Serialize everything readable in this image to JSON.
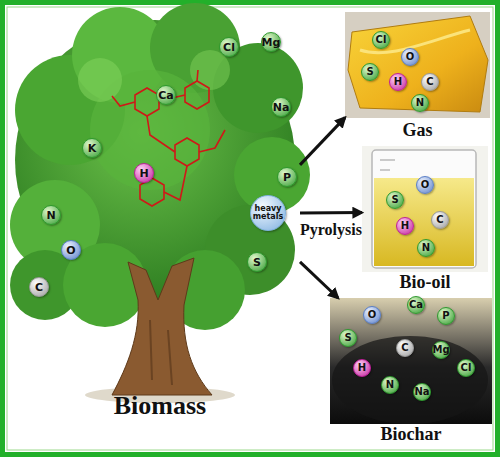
{
  "diagram": {
    "nodes": [
      {
        "text": [
          "Biomass"
        ]
      },
      {
        "text": [
          "Cl"
        ],
        "in": 0
      },
      {
        "text": [
          "Mg"
        ],
        "in": 0
      },
      {
        "text": [
          "Ca"
        ],
        "in": 0
      },
      {
        "text": [
          "Na"
        ],
        "in": 0
      },
      {
        "text": [
          "K"
        ],
        "in": 0
      },
      {
        "text": [
          "H"
        ],
        "in": 0
      },
      {
        "text": [
          "P"
        ],
        "in": 0
      },
      {
        "text": [
          "heavy metals"
        ],
        "in": 0
      },
      {
        "text": [
          "N"
        ],
        "in": 0
      },
      {
        "text": [
          "O"
        ],
        "in": 0
      },
      {
        "text": [
          "S"
        ],
        "in": 0
      },
      {
        "text": [
          "C"
        ],
        "in": 0
      },
      {
        "text": [
          "Gas"
        ]
      },
      {
        "text": [
          "Cl"
        ],
        "in": 13
      },
      {
        "text": [
          "S"
        ],
        "in": 13
      },
      {
        "text": [
          "O"
        ],
        "in": 13
      },
      {
        "text": [
          "H"
        ],
        "in": 13
      },
      {
        "text": [
          "C"
        ],
        "in": 13
      },
      {
        "text": [
          "N"
        ],
        "in": 13
      },
      {
        "text": [
          "Bio-oil"
        ]
      },
      {
        "text": [
          "S"
        ],
        "in": 20
      },
      {
        "text": [
          "O"
        ],
        "in": 20
      },
      {
        "text": [
          "H"
        ],
        "in": 20
      },
      {
        "text": [
          "C"
        ],
        "in": 20
      },
      {
        "text": [
          "N"
        ],
        "in": 20
      },
      {
        "text": [
          "Biochar"
        ]
      },
      {
        "text": [
          "S"
        ],
        "in": 26
      },
      {
        "text": [
          "O"
        ],
        "in": 26
      },
      {
        "text": [
          "Ca"
        ],
        "in": 26
      },
      {
        "text": [
          "P"
        ],
        "in": 26
      },
      {
        "text": [
          "H"
        ],
        "in": 26
      },
      {
        "text": [
          "C"
        ],
        "in": 26
      },
      {
        "text": [
          "Mg"
        ],
        "in": 26
      },
      {
        "text": [
          "Cl"
        ],
        "in": 26
      },
      {
        "text": [
          "N"
        ],
        "in": 26
      },
      {
        "text": [
          "Na"
        ],
        "in": 26
      }
    ],
    "edges": [
      {
        "from": 0,
        "to": 13,
        "arrow": "to"
      },
      {
        "from": 0,
        "to": 20,
        "label": "Pyrolysis",
        "arrow": "to"
      },
      {
        "from": 0,
        "to": 26,
        "arrow": "to"
      }
    ]
  }
}
